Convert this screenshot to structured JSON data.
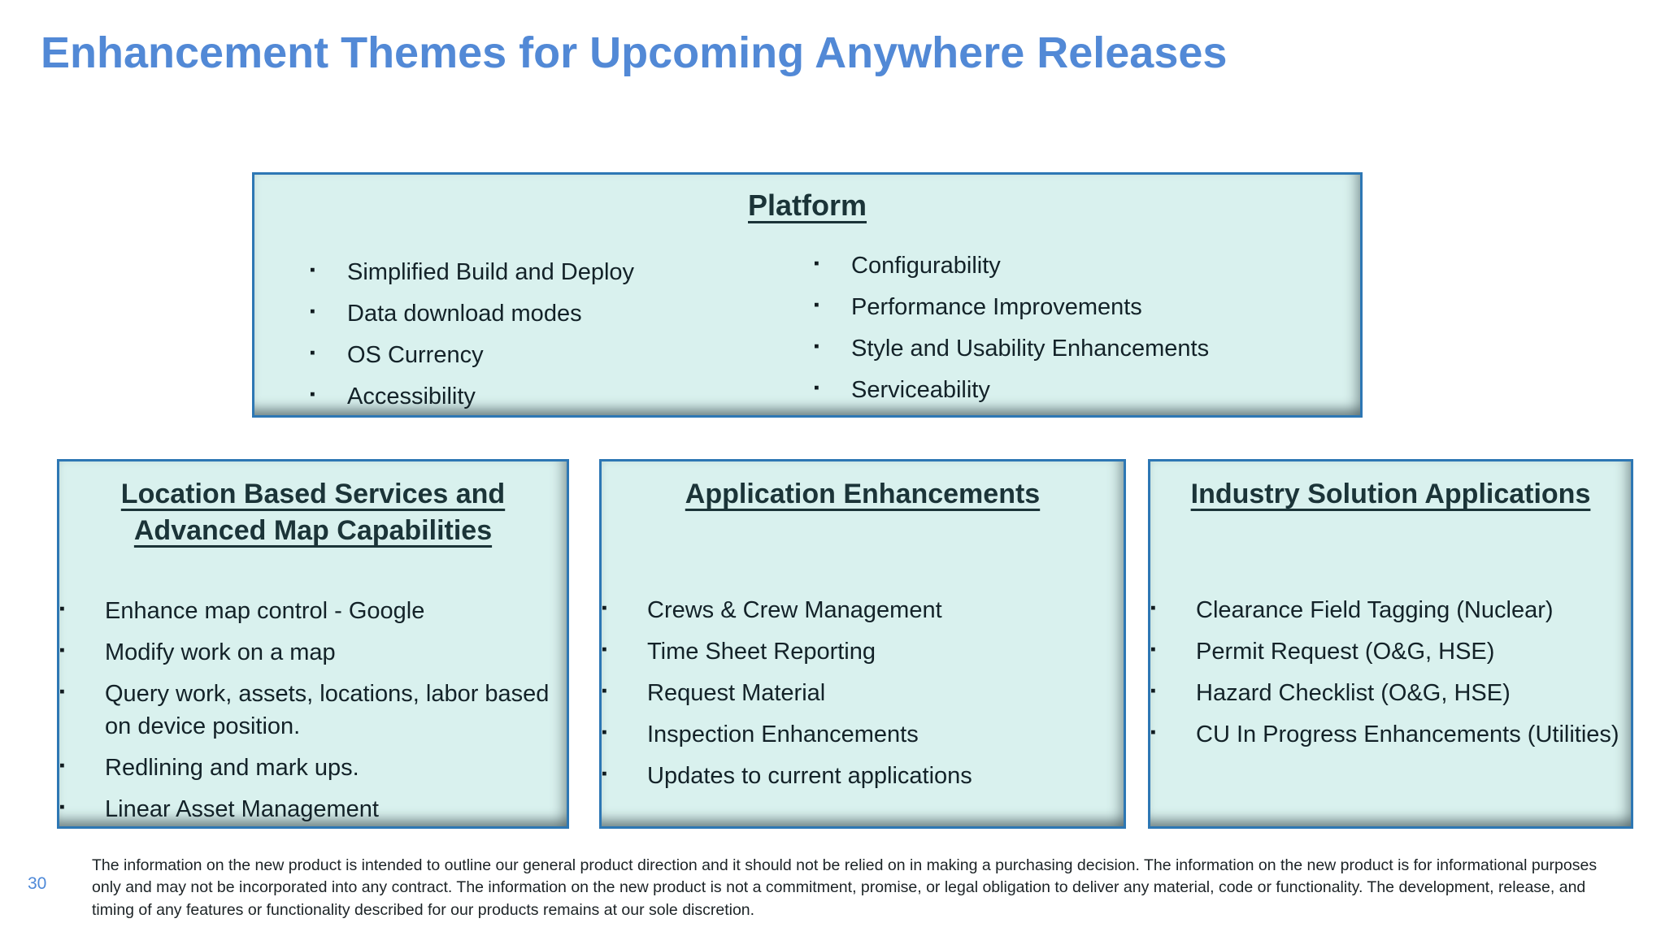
{
  "slide": {
    "title": "Enhancement Themes for Upcoming Anywhere Releases",
    "page_number": "30",
    "disclaimer": "The information on the new product is intended to outline our general product direction and it should not be relied on in making a purchasing decision. The information on the new product is for informational purposes only and may not be incorporated into any contract. The information on the new product is not a commitment, promise, or legal obligation to deliver any material, code or functionality. The development, release, and timing of any features or functionality described for our products remains at our sole discretion."
  },
  "icons": {
    "bullet_glyph": "▪"
  },
  "colors": {
    "title_blue": "#5289d6",
    "box_background": "#d9f1ee",
    "box_border_blue": "#2d77b4",
    "heading_dark_teal": "#1b3438",
    "body_text": "#132228",
    "page_number_blue": "#4e89d8"
  },
  "boxes": {
    "platform": {
      "title": "Platform",
      "col1": [
        "Simplified Build and Deploy",
        "Data download modes",
        "OS Currency",
        "Accessibility"
      ],
      "col2": [
        "Configurability",
        "Performance Improvements",
        "Style and Usability Enhancements",
        "Serviceability"
      ]
    },
    "location": {
      "title": "Location Based Services and Advanced Map Capabilities",
      "items": [
        "Enhance map control - Google",
        "Modify work on a map",
        "Query work, assets, locations, labor based on device position.",
        "Redlining and mark ups.",
        "Linear Asset Management"
      ]
    },
    "application": {
      "title": "Application Enhancements",
      "items": [
        "Crews & Crew Management",
        "Time Sheet Reporting",
        "Request Material",
        "Inspection Enhancements",
        "Updates to current applications"
      ]
    },
    "industry": {
      "title": "Industry Solution Applications",
      "items": [
        "Clearance Field Tagging (Nuclear)",
        "Permit Request (O&G, HSE)",
        "Hazard Checklist (O&G, HSE)",
        "CU In Progress Enhancements (Utilities)"
      ]
    }
  }
}
